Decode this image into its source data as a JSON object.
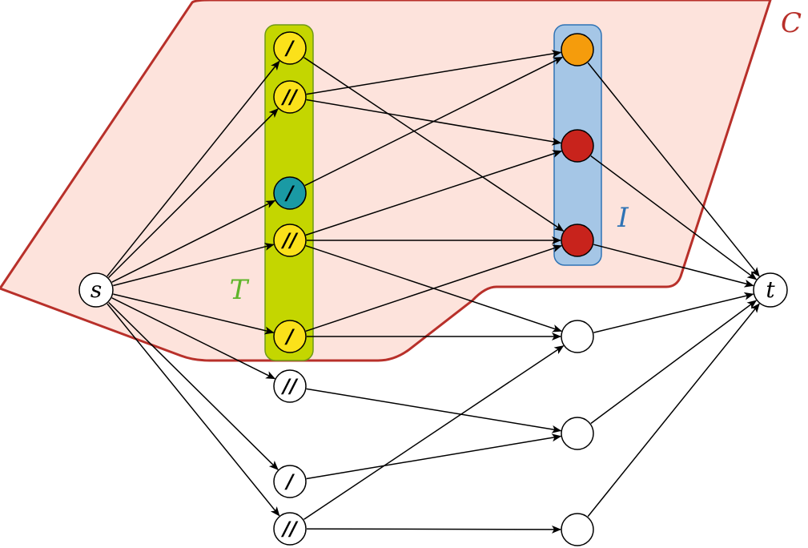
{
  "diagram": {
    "source_label": "s",
    "sink_label": "t",
    "region_C_label": "C",
    "group_T_label": "T",
    "group_I_label": "I",
    "colors": {
      "region_fill": "#fde3dc",
      "region_stroke": "#b8302a",
      "group_T_fill": "#c4d600",
      "group_T_stroke": "#6f9a18",
      "group_T_label": "#5fb52a",
      "group_I_fill": "#a5c6e6",
      "group_I_stroke": "#2f73b5",
      "group_I_label": "#2f73b5",
      "yellow": "#fbe11a",
      "teal": "#1a9aa4",
      "orange": "#f59c0c",
      "red": "#c8231c",
      "white": "#ffffff"
    },
    "left_nodes": [
      {
        "id": "L1",
        "mark": "/",
        "color": "yellow"
      },
      {
        "id": "L2",
        "mark": "//",
        "color": "yellow"
      },
      {
        "id": "L3",
        "mark": "/",
        "color": "teal"
      },
      {
        "id": "L4",
        "mark": "//",
        "color": "yellow"
      },
      {
        "id": "L5",
        "mark": "/",
        "color": "yellow"
      },
      {
        "id": "L6",
        "mark": "//",
        "color": "white"
      },
      {
        "id": "L7",
        "mark": "/",
        "color": "white"
      },
      {
        "id": "L8",
        "mark": "//",
        "color": "white"
      }
    ],
    "right_nodes": [
      {
        "id": "R1",
        "color": "orange"
      },
      {
        "id": "R2",
        "color": "red"
      },
      {
        "id": "R3",
        "color": "red"
      },
      {
        "id": "R4",
        "color": "white"
      },
      {
        "id": "R5",
        "color": "white"
      },
      {
        "id": "R6",
        "color": "white"
      }
    ],
    "edges": [
      [
        "s",
        "L1"
      ],
      [
        "s",
        "L2"
      ],
      [
        "s",
        "L3"
      ],
      [
        "s",
        "L4"
      ],
      [
        "s",
        "L5"
      ],
      [
        "s",
        "L6"
      ],
      [
        "s",
        "L7"
      ],
      [
        "s",
        "L8"
      ],
      [
        "L1",
        "R3"
      ],
      [
        "L2",
        "R1"
      ],
      [
        "L2",
        "R2"
      ],
      [
        "L3",
        "R1"
      ],
      [
        "L4",
        "R2"
      ],
      [
        "L4",
        "R3"
      ],
      [
        "L4",
        "R4"
      ],
      [
        "L5",
        "R3"
      ],
      [
        "L5",
        "R4"
      ],
      [
        "L6",
        "R5"
      ],
      [
        "L7",
        "R5"
      ],
      [
        "L8",
        "R4"
      ],
      [
        "L8",
        "R6"
      ],
      [
        "R1",
        "t"
      ],
      [
        "R2",
        "t"
      ],
      [
        "R3",
        "t"
      ],
      [
        "R4",
        "t"
      ],
      [
        "R5",
        "t"
      ],
      [
        "R6",
        "t"
      ]
    ]
  }
}
